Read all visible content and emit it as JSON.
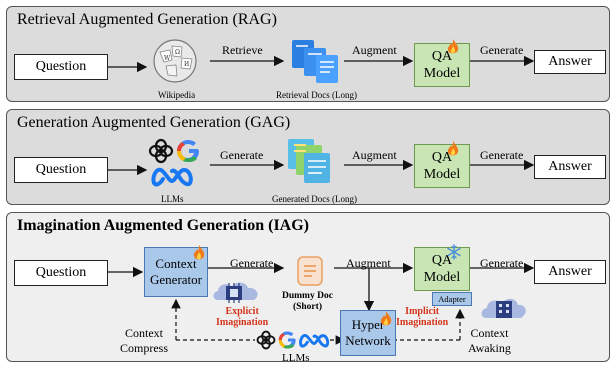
{
  "rag": {
    "title": "Retrieval Augmented Generation (RAG)",
    "question": "Question",
    "retrieve": "Retrieve",
    "source": "Wikipedia",
    "docs": "Retrieval Docs (Long)",
    "augment": "Augment",
    "model_line1": "QA",
    "model_line2": "Model",
    "generate": "Generate",
    "answer": "Answer"
  },
  "gag": {
    "title": "Generation Augmented Generation (GAG)",
    "question": "Question",
    "source": "LLMs",
    "generate1": "Generate",
    "docs": "Generated Docs (Long)",
    "augment": "Augment",
    "model_line1": "QA",
    "model_line2": "Model",
    "generate2": "Generate",
    "answer": "Answer"
  },
  "iag": {
    "title": "Imagination Augmented Generation (IAG)",
    "question": "Question",
    "ctx_line1": "Context",
    "ctx_line2": "Generator",
    "generate1": "Generate",
    "dummy_line1": "Dummy Doc",
    "dummy_line2": "(Short)",
    "augment": "Augment",
    "model_line1": "QA",
    "model_line2": "Model",
    "generate2": "Generate",
    "answer": "Answer",
    "adapter": "Adapter",
    "explicit_line1": "Explicit",
    "explicit_line2": "Imagination",
    "implicit_line1": "Implicit",
    "implicit_line2": "Imagination",
    "hyper_line1": "Hyper",
    "hyper_line2": "Network",
    "compress_line1": "Context",
    "compress_line2": "Compress",
    "awaking_line1": "Context",
    "awaking_line2": "Awaking",
    "llms": "LLMs"
  },
  "colors": {
    "model_fill": "#c9e5b4",
    "blue_fill": "#aac8ea",
    "highlight_red": "#d4351c",
    "panel_gray": "#dcdcdc"
  }
}
